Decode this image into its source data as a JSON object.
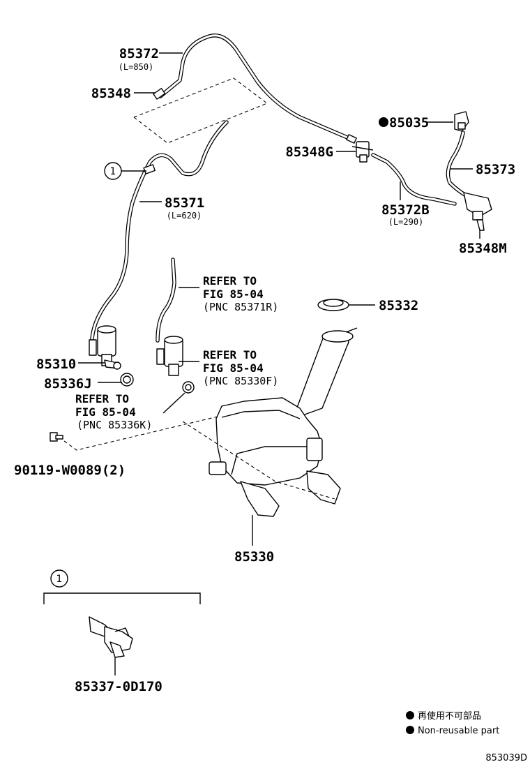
{
  "parts": {
    "p85372": "85372",
    "p85372_len": "(L=850)",
    "p85348": "85348",
    "p85035": "85035",
    "p85348G": "85348G",
    "p85373": "85373",
    "p85372B": "85372B",
    "p85372B_len": "(L=290)",
    "p85348M": "85348M",
    "p85371": "85371",
    "p85371_len": "(L=620)",
    "p85332": "85332",
    "p85310": "85310",
    "p85336J": "85336J",
    "p90119": "90119-W0089(2)",
    "p85330": "85330",
    "p85337": "85337-0D170"
  },
  "callout": "1",
  "refs": {
    "r1": {
      "line1": "REFER TO",
      "line2": "FIG 85-04",
      "line3": "(PNC 85371R)"
    },
    "r2": {
      "line1": "REFER TO",
      "line2": "FIG 85-04",
      "line3": "(PNC 85330F)"
    },
    "r3": {
      "line1": "REFER TO",
      "line2": "FIG 85-04",
      "line3": "(PNC 85336K)"
    }
  },
  "legend": {
    "japanese": "再使用不可部品",
    "english": "Non-reusable part"
  },
  "figure_code": "853039D"
}
